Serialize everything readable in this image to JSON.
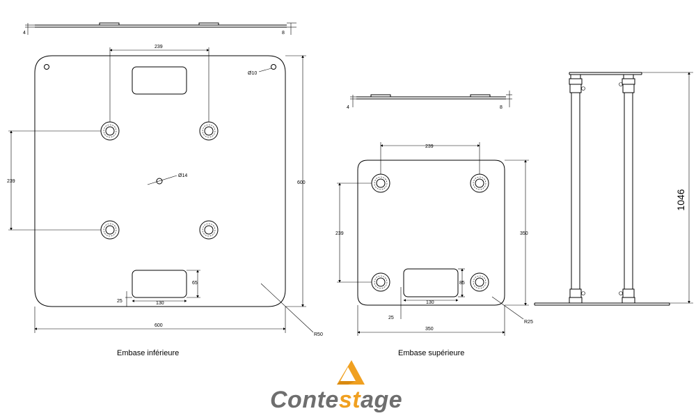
{
  "captions": {
    "lower": "Embase inférieure",
    "upper": "Embase supérieure"
  },
  "lower_plate": {
    "side_thickness_left": "4",
    "side_thickness_right": "8",
    "spacing_top": "239",
    "spacing_left": "239",
    "hole_small": "Ø10",
    "hole_center": "Ø14",
    "height": "600",
    "width": "600",
    "cutout_height": "65",
    "cutout_offset": "25",
    "cutout_width": "130",
    "radius": "R50"
  },
  "upper_plate": {
    "side_thickness_left": "4",
    "side_thickness_right": "8",
    "spacing_top": "239",
    "spacing_left": "239",
    "height": "350",
    "width": "350",
    "cutout_height": "85",
    "cutout_offset": "25",
    "cutout_width": "130",
    "radius": "R25"
  },
  "assembly": {
    "total_height": "1046"
  },
  "logo": {
    "part1": "Conte",
    "part2": "st",
    "part3": "age",
    "colors": {
      "accent": "#f0a020",
      "gray": "#6e6e6e"
    }
  }
}
